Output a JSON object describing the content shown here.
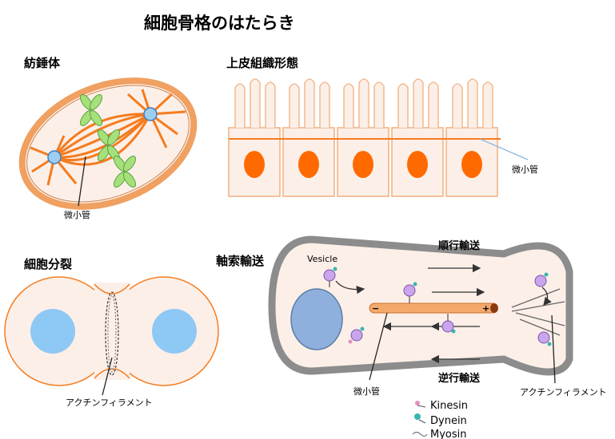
{
  "title": "細胞骨格のはたらき",
  "sections": {
    "spindle": {
      "heading": "紡錘体",
      "label": "微小管"
    },
    "epithelium": {
      "heading": "上皮組織形態",
      "label": "微小管"
    },
    "division": {
      "heading": "細胞分裂",
      "label": "アクチンフィラメント"
    },
    "axon": {
      "heading": "軸索輸送",
      "vesicle_label": "Vesicle",
      "anterograde": "順行輸送",
      "retrograde": "逆行輸送",
      "microtubule_label": "微小管",
      "actin_label": "アクチンフィラメント",
      "minus": "−",
      "plus": "+"
    }
  },
  "legend": [
    {
      "label": "Kinesin",
      "icon": "kinesin-icon"
    },
    {
      "label": "Dynein",
      "icon": "dynein-icon"
    },
    {
      "label": "Myosin",
      "icon": "myosin-icon"
    }
  ],
  "colors": {
    "cytoplasm": "#fcefe8",
    "membrane": "#f4a96b",
    "orange": "#f57c1f",
    "nucleus_orange": "#ff6a00",
    "nucleus_blue": "#8ec8f5",
    "axon_nucleus": "#8fb0dc",
    "gray": "#9a9a9a",
    "chromosome": "#a6e07a",
    "vesicle": "#c9a6ec"
  }
}
